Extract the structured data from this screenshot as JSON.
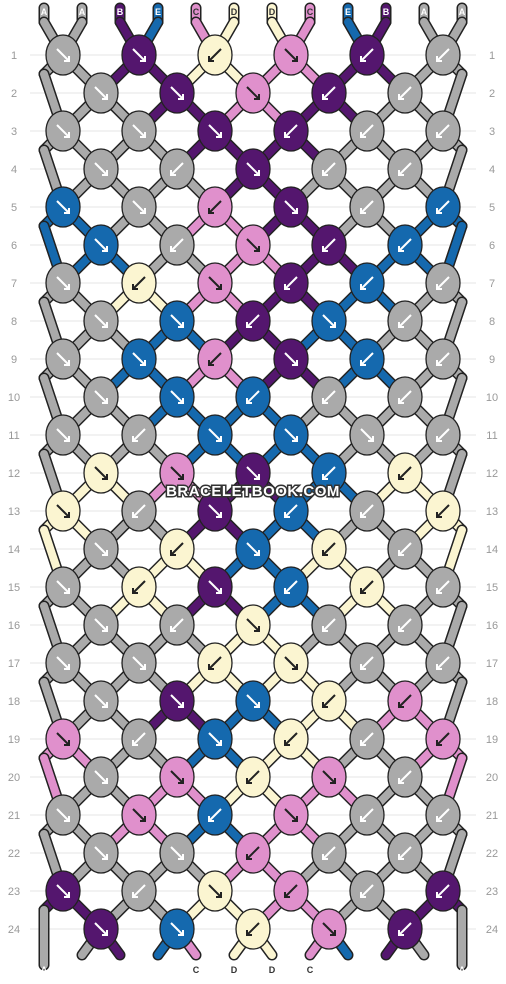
{
  "colors": {
    "A": "#aaaaaa",
    "B": "#54166e",
    "C": "#e090cc",
    "D": "#fbf5d1",
    "E": "#1569ae"
  },
  "strings_top": [
    "A",
    "A",
    "B",
    "E",
    "C",
    "D",
    "D",
    "C",
    "E",
    "B",
    "A",
    "A"
  ],
  "strings_bottom": [
    "A",
    "A",
    "B",
    "E",
    "C",
    "D",
    "D",
    "C",
    "E",
    "B",
    "A",
    "A"
  ],
  "rows": [
    "1",
    "2",
    "3",
    "4",
    "5",
    "6",
    "7",
    "8",
    "9",
    "10",
    "11",
    "12",
    "13",
    "14",
    "15",
    "16",
    "17",
    "18",
    "19",
    "20",
    "21",
    "22",
    "23",
    "24"
  ],
  "watermark": "BRACELETBOOK.COM",
  "knots": {
    "odd": [
      [
        "A",
        "B",
        "D",
        "C",
        "B",
        "A"
      ],
      [
        "A",
        "A",
        "B",
        "B",
        "A",
        "A"
      ],
      [
        "E",
        "A",
        "C",
        "B",
        "A",
        "E"
      ],
      [
        "A",
        "D",
        "C",
        "B",
        "E",
        "A"
      ],
      [
        "A",
        "E",
        "C",
        "B",
        "E",
        "A"
      ],
      [
        "A",
        "A",
        "E",
        "E",
        "A",
        "A"
      ],
      [
        "D",
        "A",
        "B",
        "E",
        "A",
        "D"
      ],
      [
        "A",
        "D",
        "B",
        "E",
        "D",
        "A"
      ],
      [
        "A",
        "A",
        "D",
        "D",
        "A",
        "A"
      ],
      [
        "C",
        "A",
        "E",
        "D",
        "A",
        "C"
      ],
      [
        "A",
        "C",
        "E",
        "C",
        "A",
        "A"
      ],
      [
        "B",
        "A",
        "D",
        "C",
        "A",
        "B"
      ]
    ],
    "even": [
      [
        "A",
        "B",
        "C",
        "B",
        "A"
      ],
      [
        "A",
        "A",
        "B",
        "A",
        "A"
      ],
      [
        "E",
        "A",
        "C",
        "B",
        "E"
      ],
      [
        "A",
        "E",
        "B",
        "E",
        "A"
      ],
      [
        "A",
        "E",
        "E",
        "A",
        "A"
      ],
      [
        "D",
        "C",
        "B",
        "E",
        "D"
      ],
      [
        "A",
        "D",
        "E",
        "D",
        "A"
      ],
      [
        "A",
        "A",
        "D",
        "A",
        "A"
      ],
      [
        "A",
        "B",
        "E",
        "D",
        "C"
      ],
      [
        "A",
        "C",
        "D",
        "C",
        "A"
      ],
      [
        "A",
        "A",
        "C",
        "A",
        "A"
      ],
      [
        "B",
        "E",
        "D",
        "C",
        "B"
      ]
    ]
  },
  "arrows": {
    "odd": [
      [
        "br",
        "br",
        "bl",
        "br",
        "bl",
        "bl"
      ],
      [
        "br",
        "br",
        "br",
        "bl",
        "bl",
        "bl"
      ],
      [
        "br",
        "br",
        "bl",
        "br",
        "bl",
        "bl"
      ],
      [
        "br",
        "bl",
        "br",
        "bl",
        "bl",
        "bl"
      ],
      [
        "br",
        "br",
        "bl",
        "br",
        "bl",
        "bl"
      ],
      [
        "br",
        "bl",
        "br",
        "br",
        "br",
        "bl"
      ],
      [
        "br",
        "bl",
        "br",
        "bl",
        "bl",
        "bl"
      ],
      [
        "br",
        "bl",
        "br",
        "bl",
        "bl",
        "bl"
      ],
      [
        "br",
        "br",
        "bl",
        "br",
        "bl",
        "bl"
      ],
      [
        "br",
        "bl",
        "br",
        "bl",
        "bl",
        "bl"
      ],
      [
        "br",
        "br",
        "bl",
        "br",
        "bl",
        "bl"
      ],
      [
        "br",
        "bl",
        "br",
        "bl",
        "bl",
        "bl"
      ]
    ],
    "even": [
      [
        "br",
        "br",
        "br",
        "bl",
        "bl"
      ],
      [
        "br",
        "bl",
        "br",
        "bl",
        "bl"
      ],
      [
        "br",
        "bl",
        "br",
        "bl",
        "bl"
      ],
      [
        "br",
        "br",
        "bl",
        "br",
        "bl"
      ],
      [
        "br",
        "br",
        "bl",
        "bl",
        "bl"
      ],
      [
        "br",
        "br",
        "br",
        "bl",
        "bl"
      ],
      [
        "br",
        "bl",
        "br",
        "bl",
        "bl"
      ],
      [
        "br",
        "bl",
        "br",
        "bl",
        "bl"
      ],
      [
        "br",
        "br",
        "br",
        "bl",
        "bl"
      ],
      [
        "br",
        "br",
        "bl",
        "br",
        "bl"
      ],
      [
        "br",
        "br",
        "bl",
        "bl",
        "bl"
      ],
      [
        "br",
        "br",
        "bl",
        "br",
        "bl"
      ]
    ]
  }
}
